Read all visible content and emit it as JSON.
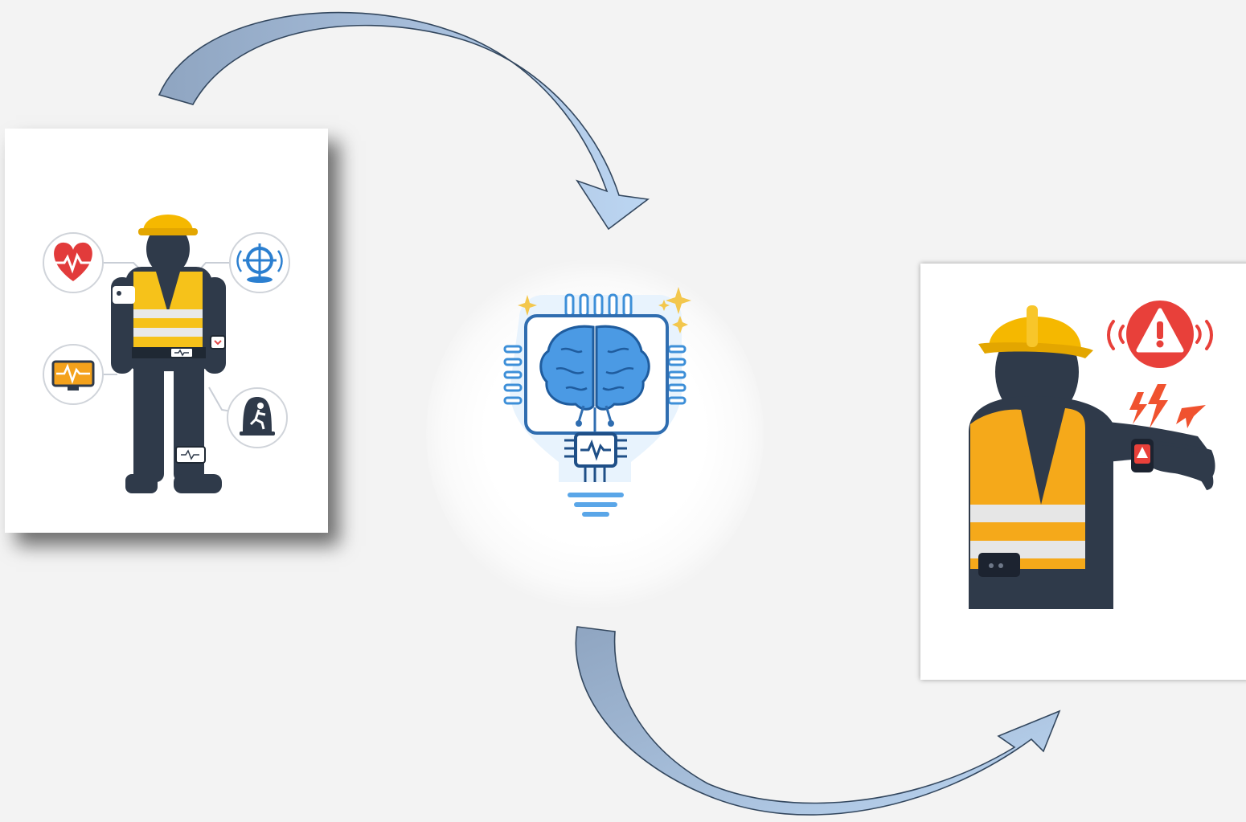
{
  "diagram": {
    "steps": [
      {
        "id": "sensing",
        "icon": "wearable-sensor-worker"
      },
      {
        "id": "ai-analysis",
        "icon": "ai-brain-chip-bulb"
      },
      {
        "id": "alert",
        "icon": "worker-smartwatch-alert"
      }
    ],
    "sensor_icons": [
      "heart-rate-icon",
      "location-target-icon",
      "vital-monitor-icon",
      "fall-alarm-icon"
    ],
    "colors": {
      "background": "#f3f3f3",
      "arrow_light": "#b9d4f1",
      "arrow_dark": "#8fa5c1",
      "arrow_stroke": "#33475e",
      "helmet": "#f5b800",
      "vest": "#f6c21a",
      "worker": "#2f3a4a",
      "alert_red": "#e8403a",
      "brain": "#3d8fd8"
    }
  }
}
